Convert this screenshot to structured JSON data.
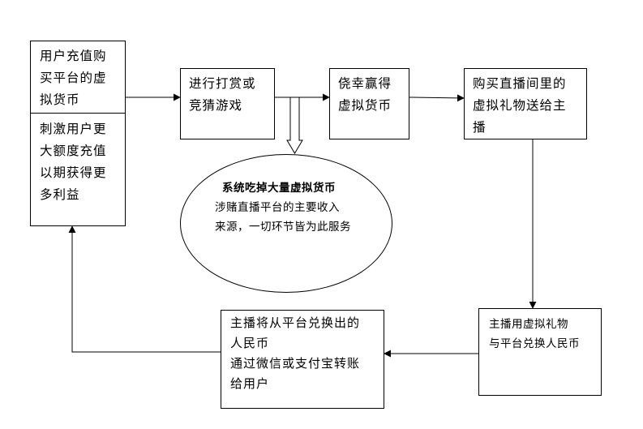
{
  "nodes": {
    "user_top": "用户充值购\n买平台的虚\n拟货币",
    "user_bottom": "刺激用户更\n大额度充值\n以期获得更\n多利益",
    "reward_game": "进行打赏或\n竞猜游戏",
    "win_coins": "侥幸赢得\n虚拟货币",
    "buy_gifts": "购买直播间里的\n虚拟礼物送给主\n播",
    "exchange": "主播用虚拟礼物\n与平台兑换人民币",
    "transfer": "主播将从平台兑换出的\n人民币\n通过微信或支付宝转账\n给用户"
  },
  "ellipse": {
    "line1": "系统吃掉大量虚拟货币",
    "line2": "涉赌直播平台的主要收入\n来源，一切环节皆为此服务"
  }
}
